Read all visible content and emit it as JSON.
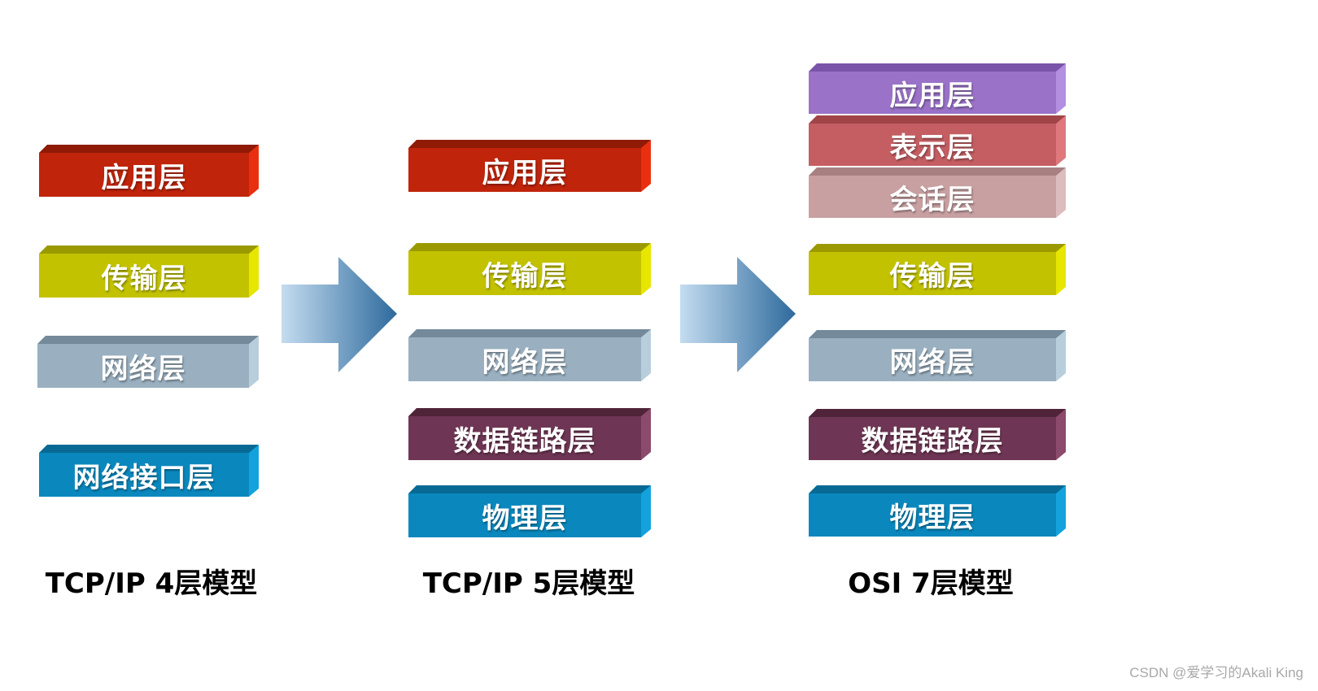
{
  "models": [
    {
      "caption": "TCP/IP 4层模型",
      "layers": [
        {
          "label": "应用层",
          "front": "#c0240a",
          "top": "#8f1a06",
          "side": "#e83010"
        },
        {
          "label": "传输层",
          "front": "#c2c200",
          "top": "#9a9a00",
          "side": "#e6e600"
        },
        {
          "label": "网络层",
          "front": "#9ab0c0",
          "top": "#74899a",
          "side": "#b8cedc"
        },
        {
          "label": "网络接口层",
          "front": "#0a88be",
          "top": "#086a94",
          "side": "#14a2dc"
        }
      ]
    },
    {
      "caption": "TCP/IP 5层模型",
      "layers": [
        {
          "label": "应用层",
          "front": "#c0240a",
          "top": "#8f1a06",
          "side": "#e83010"
        },
        {
          "label": "传输层",
          "front": "#c2c200",
          "top": "#9a9a00",
          "side": "#e6e600"
        },
        {
          "label": "网络层",
          "front": "#9ab0c0",
          "top": "#74899a",
          "side": "#b8cedc"
        },
        {
          "label": "数据链路层",
          "front": "#6e3654",
          "top": "#4f2439",
          "side": "#8c4a6c"
        },
        {
          "label": "物理层",
          "front": "#0a88be",
          "top": "#086a94",
          "side": "#14a2dc"
        }
      ]
    },
    {
      "caption": "OSI 7层模型",
      "layers": [
        {
          "label": "应用层",
          "front": "#9a72c8",
          "top": "#7a54a8",
          "side": "#b48ee0"
        },
        {
          "label": "表示层",
          "front": "#c45e62",
          "top": "#a04448",
          "side": "#de787c"
        },
        {
          "label": "会话层",
          "front": "#c8a0a2",
          "top": "#a88082",
          "side": "#dcbcbe"
        },
        {
          "label": "传输层",
          "front": "#c2c200",
          "top": "#9a9a00",
          "side": "#e6e600"
        },
        {
          "label": "网络层",
          "front": "#9ab0c0",
          "top": "#74899a",
          "side": "#b8cedc"
        },
        {
          "label": "数据链路层",
          "front": "#6e3654",
          "top": "#4f2439",
          "side": "#8c4a6c"
        },
        {
          "label": "物理层",
          "front": "#0a88be",
          "top": "#086a94",
          "side": "#14a2dc"
        }
      ]
    }
  ],
  "arrows": [
    {
      "icon": "right-arrow-icon",
      "gradient_start": "#c4dcf0",
      "gradient_end": "#2e6a9c"
    },
    {
      "icon": "right-arrow-icon",
      "gradient_start": "#c4dcf0",
      "gradient_end": "#2e6a9c"
    }
  ],
  "watermark": "CSDN @爱学习的Akali King"
}
